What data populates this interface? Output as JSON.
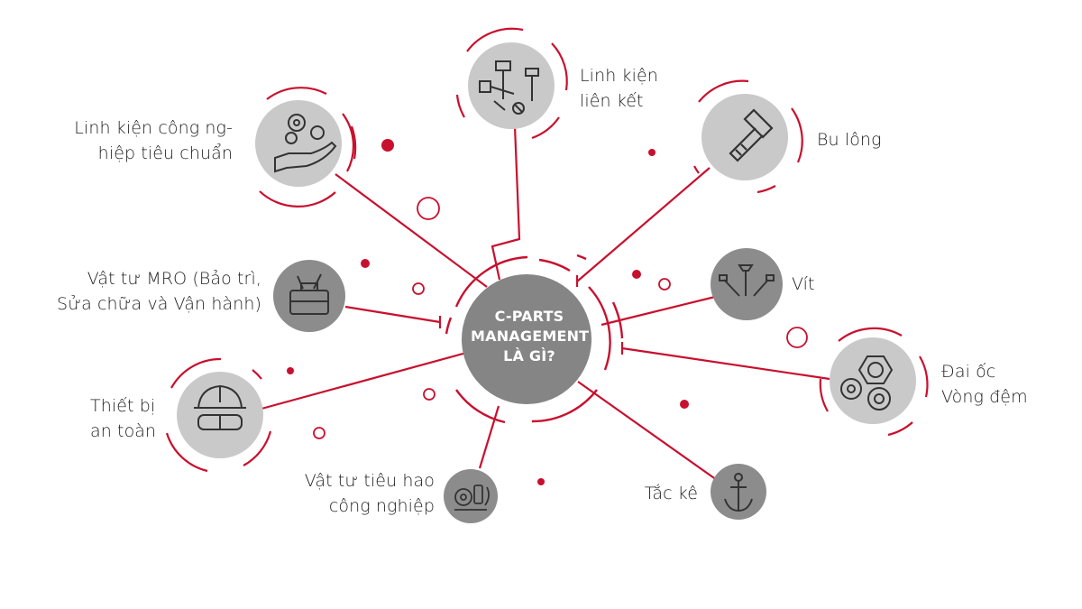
{
  "colors": {
    "accent": "#c8102e",
    "node_light": "#c9c9c9",
    "node_dark": "#8c8c8c",
    "center": "#858585",
    "icon": "#333333"
  },
  "center": {
    "lines": [
      "C-PARTS",
      "MANAGEMENT",
      "LÀ GÌ?"
    ]
  },
  "nodes": [
    {
      "id": "linh-kien-cong-nghiep",
      "icon": "gears-hand-icon",
      "lines": [
        "Linh kiện công ng-",
        "hiệp tiêu chuẩn"
      ]
    },
    {
      "id": "linh-kien-lien-ket",
      "icon": "fasteners-icon",
      "lines": [
        "Linh kiện",
        "liên kết"
      ]
    },
    {
      "id": "bu-long",
      "icon": "bolt-icon",
      "lines": [
        "Bu lông"
      ]
    },
    {
      "id": "vat-tu-mro",
      "icon": "toolbox-icon",
      "lines": [
        "Vật tư MRO (Bảo trì,",
        "Sửa chữa và Vận hành)"
      ]
    },
    {
      "id": "vit",
      "icon": "screws-icon",
      "lines": [
        "Vít"
      ]
    },
    {
      "id": "dai-oc",
      "icon": "nut-washer-icon",
      "lines": [
        "Đai ốc",
        "Vòng đệm"
      ]
    },
    {
      "id": "thiet-bi-an-toan",
      "icon": "hard-hat-goggles-icon",
      "lines": [
        "Thiết bị",
        "an toàn"
      ]
    },
    {
      "id": "vat-tu-tieu-hao",
      "icon": "consumables-icon",
      "lines": [
        "Vật tư tiêu hao",
        "công nghiệp"
      ]
    },
    {
      "id": "tac-ke",
      "icon": "anchor-icon",
      "lines": [
        "Tắc kê"
      ]
    }
  ]
}
